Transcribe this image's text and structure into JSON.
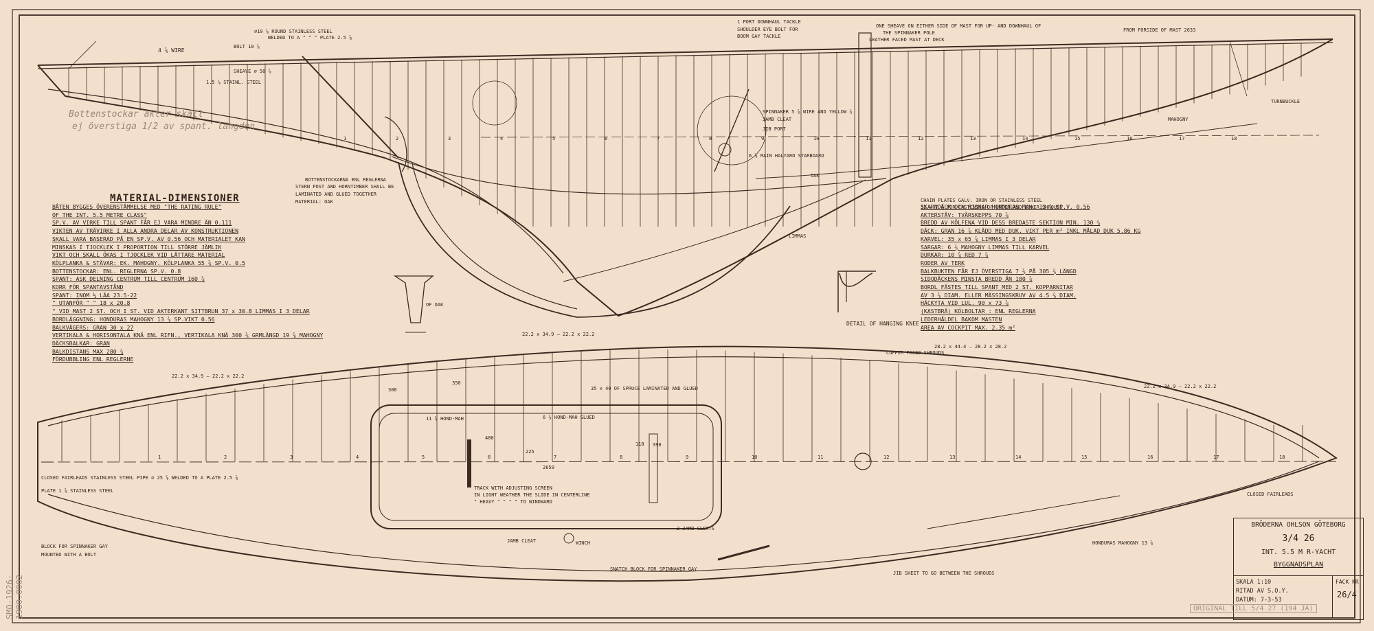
{
  "spec_title": "MATERIAL-DIMENSIONER",
  "specs_left": [
    "BÅTEN BYGGES ÖVERENSTÄMMELSE MED \"THE RATING RULE\"",
    "OF THE INT. 5.5 METRE CLASS\"",
    "SP.V. AV VIRKE TILL SPANT FÅR EJ VARA MINDRE ÄN 0.111",
    "VIKTEN AV TRÄVIRKE I ALLA ANDRA DELAR AV KONSTRUKTIONEN",
    "SKALL VARA BASERAD PÅ EN SP.V. AV 0.56 OCH MATERIALET KAN",
    "MINSKAS I TJOCKLEK I PROPORTION TILL STÖRRE JÄMLIK",
    "VIKT OCH SKALL ÖKAS I TJOCKLEK VID LÄTTARE MATERIAL",
    "KÖLPLANKA & STÄVAR: EK. MAHOGNY. KÖLPLANKA 55 ⅞ SP.V. 0.5",
    "BOTTENSTOCKAR: ENL. REGLERNA SP.V. 0.8",
    "SPANT: ASK DELNING CENTRUM TILL CENTRUM 160 ⅞",
    "KORR FÖR SPANTAVSTÅND",
    "SPANT: INOM ⅓ LÄA 23.5-22",
    "\" UTANFÖR \" \" 18 x 20.8",
    "\" VID MAST 2 ST. OCH I ST. VID AKTERKANT SITTBRUN 37 x 30.8 LIMMAS I 3 DELAR",
    "BORDLÄGGNING: HONDURAS MAHOGNY 13 ⅞ SP.VIKT 0.56",
    "BALKVÄGERS: GRAN 30 x 27",
    "VERTIKALA & HORISONTALA KNÄ ENL RIFN., VERTIKALA KNÄ 300 ⅞ GRMLÄNGD 19 ⅞ MAHOGNY",
    "DÄCKSBALKAR: GRAN",
    "BALKDISTANS MAX 280 ⅞",
    "FÖRDUBBLING ENL REGLERNE"
  ],
  "specs_right": [
    "SKARNDÄCK OCH FISKAR HONDURAS MAH. 13 ⅞ SP.V. 0.56",
    "AKTERSTÄV: TVÄRSKEPPS 70 ⅞",
    "BREDD AV KÖLFENA VID DESS BREDASTE SEKTION MIN. 130 ⅞",
    "DÄCK: GRAN 16 ⅞ KLÄDD MED DUK. VIKT PER m² INKL MÅLAD DUK 5.86 KG",
    "KARVEL: 35 x 65 ⅞ LIMMAS I 3 DELAR",
    "SARGAR: 6 ⅞ MAHOGNY LIMMAS TILL KARVEL",
    "DURKAR: 10 ⅞ RED 7 ⅞",
    "RODER AV TERK",
    "BALKBUKTEN FÅR EJ ÖVERSTIGA 7 ⅞ PÅ 305 ⅞ LÄNGD",
    "SIDODÄCKENS MINSTA BREDD ÄN 180 ⅞",
    "BORDL FÄSTES TILL SPANT MED 2 ST. KOPPARNITAR",
    "AV 3 ⅞ DIAM. ELLER MÄSSINGSKRUV AV 4.5 ⅞ DIAM.",
    "HÄCKYTA VID LUL. 90 x 73 ⅞",
    "(KASTBRÄ) KÖLBOLTAR : ENL REGLERNA",
    "LEDERHÅLDEL BAKOM MASTEN",
    "AREA AV COCKPIT MAX. 2.35 m²"
  ],
  "title_block": {
    "company": "BRÖDERNA OHLSON GÖTEBORG",
    "drawing_no": "3/4 26",
    "yacht_class": "INT. 5.5 M R-YACHT",
    "plan_name": "BYGGNADSPLAN",
    "scale": "SKALA 1:10",
    "drawn_by": "RITAD AV  S.O.Y.",
    "date": "DATUM: 7-3-53",
    "fack_label": "FACK NR",
    "fack_no": "26/4"
  },
  "stamp": "ORIGINAL TILL 5/4 27 (194 JA)",
  "side_text": "SMO-1926-1980.0002",
  "labels": {
    "wire_4": "4 ⅞ WIRE",
    "bolt": "BOLT 10 ⅞",
    "mount_steel": "⌀10 ⅞ ROUND STAINLESS STEEL",
    "welded": "WELDED TO A \" \" \" PLATE 2.5 ⅞",
    "steel_strip": "1.5 ⅞ STAINL. STEEL",
    "sheave": "SHEAVE ⌀ 50 ⅞",
    "downhaul": "1 PORT DOWNHAUL TACKLE",
    "shoulder": "SHOULDER EYE BOLT FOR",
    "boom_gay": "BOOM GAY TACKLE",
    "one_sheave": "ONE SHEAVE ON EITHER SIDE OF MAST FOR UP- AND DOWNHAUL OF",
    "spinnaker_pole": "THE SPINNAKER POLE",
    "leather": "LEATHER FACED MAST AT DECK",
    "forside": "FROM FORSIDE OF MAST 2633",
    "turnbuckle": "TURNBUCKLE",
    "mahogny": "MAHOGNY",
    "jamb_cleat": "JAMB CLEAT",
    "spinnaker_wire": "SPINNAKER 5 ⅞ WIRE AND YELLOW ⅞",
    "jib_port": "JIB PORT",
    "main_halyard": "6 ⅞ MAIN HALYARD STARBOARD",
    "stern_post": "STERN POST AND HORNTIMBER SHALL BE",
    "laminated": "LAMINATED AND GLUED TOGETHER",
    "material_oak": "MATERIAL: OAK",
    "bottenstock": "BOTTENSTOCKARNA ENL REGLERNA",
    "chain_plates": "CHAIN PLATES GALV. IRON OR STAINLESS STEEL",
    "chain_plates2": "32 x 7 ⅞ FOR FASTENING OF UPPER AND LOWER SHROUDS",
    "limmas": "LIMMAS",
    "of_oak": "OF OAK",
    "hanging_knee": "DETAIL OF HANGING KNEE",
    "copper_shrouds": "COPPER FACED SHROUDS",
    "spruce": "35 x 40 OF SPRUCE LAMINATED AND GLUED",
    "hond_mah_glued": "6 ⅞ HOND-MAH GLUED",
    "hond_mah": "11 ⅞ HOND-MAH",
    "track": "TRACK WITH ADJUSTING SCREEN",
    "track2": "IN LIGHT WEATHER THE SLIDE IN CENTERLINE",
    "track3": "\" HEAVY \" \" \" \" TO WINDWARD",
    "closed_fairlead": "CLOSED FAIRLEADS STAINLESS STEEL PIPE ⌀ 25 ⅞ WELDED TO A PLATE 2.5 ⅞",
    "plate_steel": "PLATE 1 ⅞ STAINLESS STEEL",
    "block_spinnaker": "BLOCK FOR SPINNAKER GAY",
    "mounted_bolt": "MOUNTED WITH A BOLT",
    "jamb_cleat2": "JAMB CLEAT",
    "winch": "WINCH",
    "jamb_cleats3": "3 JAMB CLEATS",
    "snatch_block": "SNATCH BLOCK FOR SPINNAKER GAY",
    "jib_sheet": "JIB SHEET TO GO BETWEEN THE SHROUDS",
    "honduras": "HONDURAS MAHOGNY 13 ⅞",
    "closed_fairlead2": "CLOSED FAIRLEADS",
    "dim_top": "22.2 x 34.9 — 22.2 x 22.2",
    "dim_left": "22.2 x 34.9 — 22.2 x 22.2",
    "dim_right": "22.2 x 34.9 — 22.2 x 22.2",
    "dim_mid": "28.2 x 44.4 — 28.2 x 28.2",
    "dim_2650": "2650",
    "dim_225": "225",
    "dim_118": "118",
    "dim_390": "390",
    "dim_480": "480",
    "dim_300": "300",
    "dim_350": "350",
    "oak": "OAK"
  },
  "pencil_notes": [
    "Bottenstockar akter skall",
    "ej överstiga 1/2 av spant. längden"
  ],
  "frame_numbers": [
    "1",
    "2",
    "3",
    "4",
    "5",
    "6",
    "7",
    "8",
    "9",
    "10",
    "11",
    "12",
    "13",
    "14",
    "15",
    "16",
    "17",
    "18"
  ]
}
